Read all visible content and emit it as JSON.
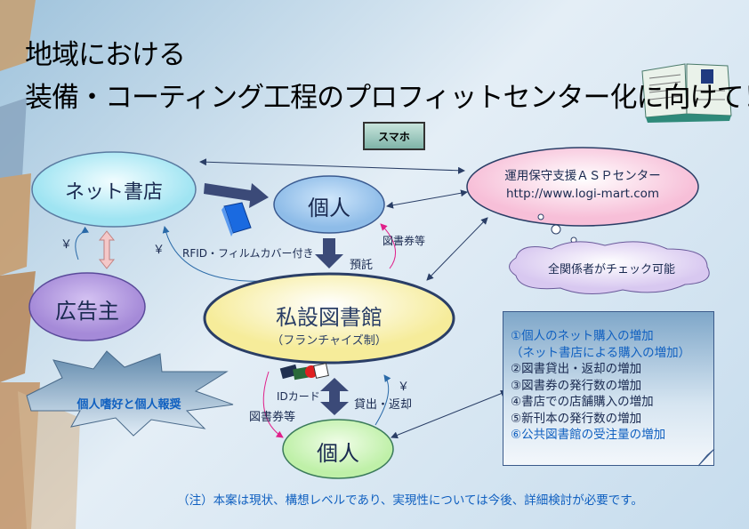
{
  "title": {
    "line1": "地域における",
    "line2": "装備・コーティング工程のプロフィットセンター化に向けて！"
  },
  "nodes": {
    "smartphone": "スマホ",
    "net_bookstore": "ネット書店",
    "individual_top": "個人",
    "asp_center": {
      "name": "運用保守支援ＡＳＰセンター",
      "url": "http://www.logi-mart.com"
    },
    "check_cloud": "全関係者がチェック可能",
    "advertiser": "広告主",
    "private_library": {
      "name": "私設図書館",
      "sub": "（フランチャイズ制）"
    },
    "individual_bottom": "個人",
    "burst": "個人嗜好と個人報奨"
  },
  "labels": {
    "yen1": "￥",
    "yen2": "￥",
    "yen3": "￥",
    "rfid": "RFID・フィルムカバー付き",
    "deposit": "預託",
    "voucher_top": "図書券等",
    "id_card": "IDカード",
    "voucher_bottom": "図書券等",
    "lend_return": "貸出・返却"
  },
  "note": [
    {
      "text": "①個人のネット購入の増加",
      "highlight": true
    },
    {
      "text": "（ネット書店による購入の増加）",
      "highlight": true
    },
    {
      "text": "②図書貸出・返却の増加",
      "highlight": false
    },
    {
      "text": "③図書券の発行数の増加",
      "highlight": false
    },
    {
      "text": "④書店での店舗購入の増加",
      "highlight": false
    },
    {
      "text": "⑤新刊本の発行数の増加",
      "highlight": false
    },
    {
      "text": "⑥公共図書館の受注量の増加",
      "highlight": true
    }
  ],
  "footer": "（注）本案は現状、構想レベルであり、実現性については今後、詳細検討が必要です。",
  "colors": {
    "arrow": "#3b4a78",
    "pink": "#e0208a",
    "blue_line": "#2a6aa8",
    "highlight": "#1060c0"
  }
}
